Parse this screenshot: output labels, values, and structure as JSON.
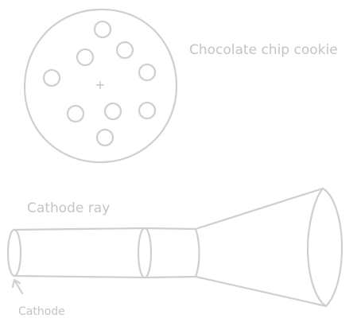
{
  "labels": {
    "cookie": "Chocolate chip cookie",
    "ray": "Cathode ray",
    "cathode": "Cathode"
  },
  "colors": {
    "stroke": "#cfcfcf",
    "text": "#c4c4c4",
    "background": "#ffffff"
  },
  "center_mark": "+"
}
